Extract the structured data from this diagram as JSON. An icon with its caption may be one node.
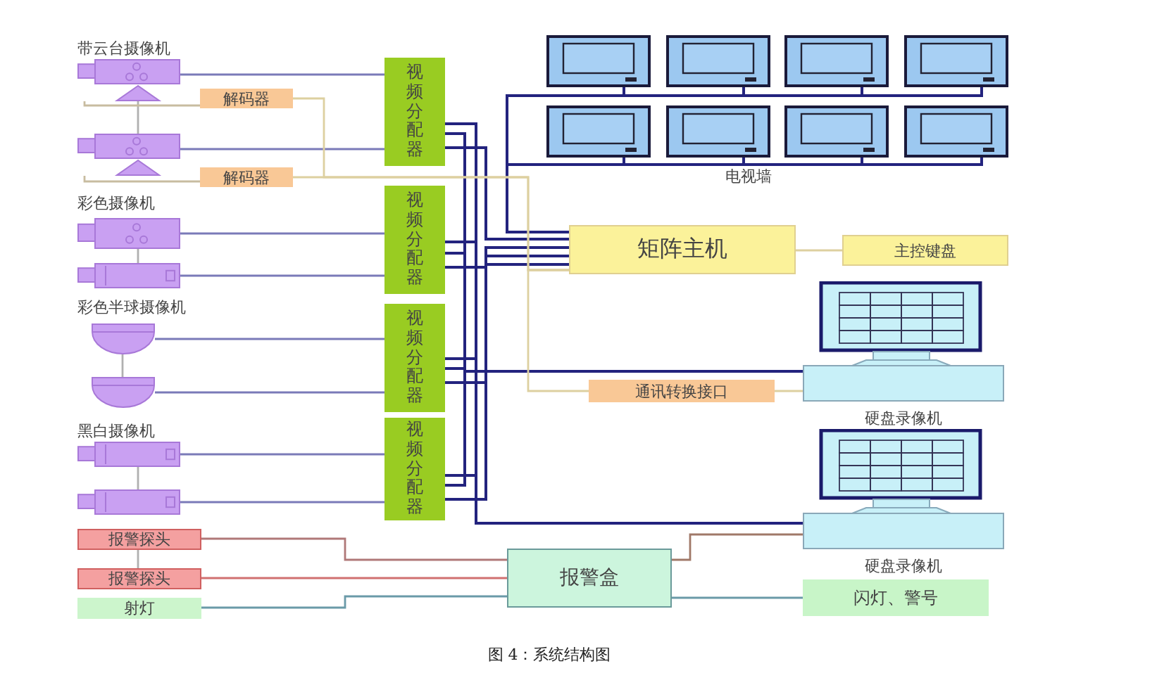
{
  "diagram": {
    "caption": "图 4：系统结构图",
    "nodes": [
      {
        "text": [],
        "shape": "picture"
      },
      {
        "text": [],
        "shape": "picture"
      },
      {
        "text": [],
        "shape": "picture"
      },
      {
        "text": [],
        "shape": "picture"
      },
      {
        "text": [],
        "shape": "picture"
      },
      {
        "text": [],
        "shape": "picture"
      },
      {
        "text": [],
        "shape": "picture"
      },
      {
        "text": [],
        "shape": "picture"
      },
      {
        "text": [
          "解码器"
        ]
      },
      {
        "text": [
          "解码器"
        ]
      },
      {
        "text": [
          "视频分配器"
        ]
      },
      {
        "text": [
          "视频分配器"
        ]
      },
      {
        "text": [
          "视频分配器"
        ]
      },
      {
        "text": [
          "视频分配器"
        ]
      },
      {
        "text": [
          "矩阵主机"
        ]
      },
      {
        "text": [
          "主控键盘"
        ]
      },
      {
        "text": [],
        "shape": "picture"
      },
      {
        "text": [],
        "shape": "picture"
      },
      {
        "text": [],
        "shape": "picture"
      },
      {
        "text": [],
        "shape": "picture"
      },
      {
        "text": [],
        "shape": "picture"
      },
      {
        "text": [],
        "shape": "picture"
      },
      {
        "text": [],
        "shape": "picture"
      },
      {
        "text": [],
        "shape": "picture"
      },
      {
        "text": [],
        "shape": "picture",
        "beside": [
          "硬盘录像机"
        ]
      },
      {
        "text": [],
        "shape": "picture",
        "beside": [
          "硬盘录像机"
        ]
      },
      {
        "text": [
          "通讯转换接口"
        ]
      },
      {
        "text": [
          "报警探头"
        ]
      },
      {
        "text": [
          "报警探头"
        ]
      },
      {
        "text": [
          "射灯"
        ]
      },
      {
        "text": [
          "报警盒"
        ]
      },
      {
        "text": [
          "闪灯、警号"
        ]
      }
    ],
    "edges": [
      {
        "from": 0,
        "to": 10,
        "arrow": "none",
        "color": "#7a7ab8"
      },
      {
        "from": 1,
        "to": 10,
        "arrow": "none",
        "color": "#7a7ab8"
      },
      {
        "from": 2,
        "to": 11,
        "arrow": "none",
        "color": "#7a7ab8"
      },
      {
        "from": 3,
        "to": 11,
        "arrow": "none",
        "color": "#7a7ab8"
      },
      {
        "from": 4,
        "to": 12,
        "arrow": "none",
        "color": "#7a7ab8"
      },
      {
        "from": 5,
        "to": 12,
        "arrow": "none",
        "color": "#7a7ab8"
      },
      {
        "from": 6,
        "to": 13,
        "arrow": "none",
        "color": "#7a7ab8"
      },
      {
        "from": 7,
        "to": 13,
        "arrow": "none",
        "color": "#7a7ab8"
      },
      {
        "from": 10,
        "to": 14,
        "arrow": "none"
      },
      {
        "from": 11,
        "to": 14,
        "arrow": "none"
      },
      {
        "from": 12,
        "to": 14,
        "arrow": "none"
      },
      {
        "from": 13,
        "to": 14,
        "arrow": "none"
      },
      {
        "from": 10,
        "to": 24,
        "arrow": "none"
      },
      {
        "from": 11,
        "to": 24,
        "arrow": "none"
      },
      {
        "from": 12,
        "to": 24,
        "arrow": "none"
      },
      {
        "from": 13,
        "to": 24,
        "arrow": "none"
      },
      {
        "from": 10,
        "to": 25,
        "arrow": "none"
      },
      {
        "from": 11,
        "to": 25,
        "arrow": "none"
      },
      {
        "from": 12,
        "to": 25,
        "arrow": "none"
      },
      {
        "from": 13,
        "to": 25,
        "arrow": "none"
      },
      {
        "from": 14,
        "to": 16,
        "arrow": "none"
      },
      {
        "from": 14,
        "to": 17,
        "arrow": "none"
      },
      {
        "from": 14,
        "to": 18,
        "arrow": "none"
      },
      {
        "from": 14,
        "to": 19,
        "arrow": "none"
      },
      {
        "from": 14,
        "to": 20,
        "arrow": "none"
      },
      {
        "from": 14,
        "to": 21,
        "arrow": "none"
      },
      {
        "from": 14,
        "to": 22,
        "arrow": "none"
      },
      {
        "from": 14,
        "to": 23,
        "arrow": "none"
      },
      {
        "from": 0,
        "to": 1,
        "arrow": "none",
        "color": "#b0b0b0"
      },
      {
        "from": 2,
        "to": 3,
        "arrow": "none",
        "color": "#b0b0b0"
      },
      {
        "from": 4,
        "to": 5,
        "arrow": "none",
        "color": "#b0b0b0"
      },
      {
        "from": 6,
        "to": 7,
        "arrow": "none",
        "color": "#b0b0b0"
      },
      {
        "from": 27,
        "to": 28,
        "arrow": "none",
        "color": "#b0b0b0"
      },
      {
        "from": 8,
        "to": 14,
        "arrow": "none",
        "color": "#ddd0a0"
      },
      {
        "from": 9,
        "to": 14,
        "arrow": "none",
        "color": "#ddd0a0"
      },
      {
        "from": 0,
        "to": 8,
        "arrow": "none",
        "color": "#c8bca0"
      },
      {
        "from": 1,
        "to": 9,
        "arrow": "none",
        "color": "#c8bca0"
      },
      {
        "from": 14,
        "to": 26,
        "arrow": "none",
        "color": "#ddd0a0"
      },
      {
        "from": 26,
        "to": 24,
        "arrow": "none",
        "color": "#ddd0a0"
      },
      {
        "from": 14,
        "to": 15,
        "arrow": "none",
        "color": "#ddd0a0"
      },
      {
        "from": 27,
        "to": 30,
        "arrow": "none",
        "color": "#b07878"
      },
      {
        "from": 28,
        "to": 30,
        "arrow": "none",
        "color": "#d07070"
      },
      {
        "from": 29,
        "to": 30,
        "arrow": "none",
        "color": "#6a9aa8"
      },
      {
        "from": 30,
        "to": 25,
        "arrow": "none",
        "color": "#a07868"
      },
      {
        "from": 30,
        "to": 31,
        "arrow": "none",
        "color": "#6a9aa8"
      }
    ],
    "labels": [
      "带云台摄像机",
      "彩色摄像机",
      "彩色半球摄像机",
      "黑白摄像机",
      "电视墙"
    ]
  }
}
